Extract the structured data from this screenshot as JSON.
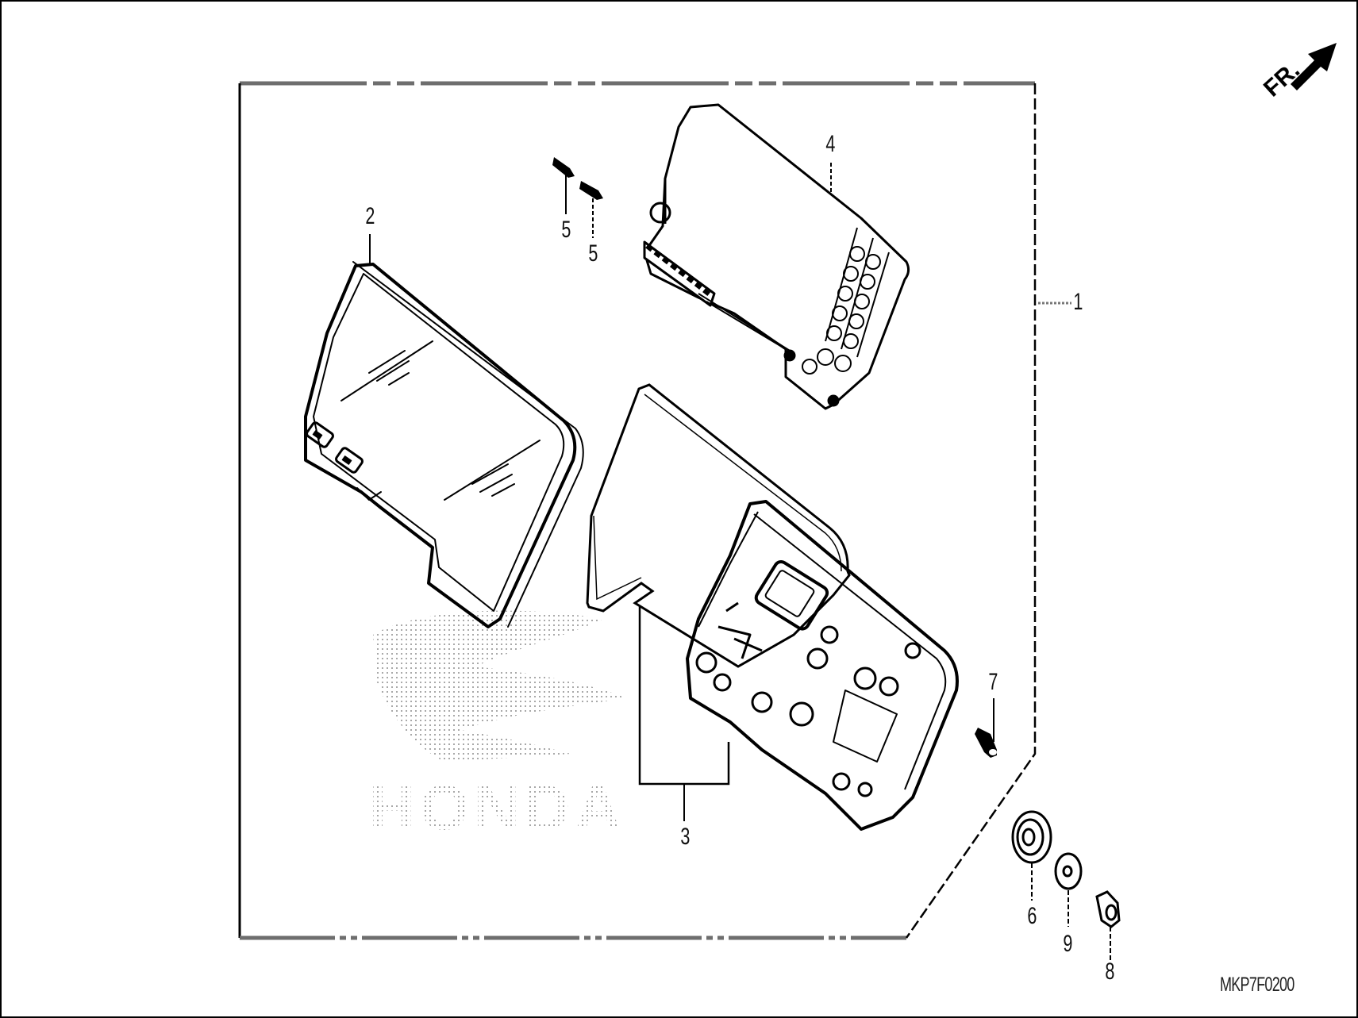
{
  "diagram": {
    "title": "Honda meter assembly exploded parts diagram",
    "drawing_code": "MKP7F0200",
    "direction_indicator": {
      "label": "FR.",
      "icon": "front-arrow-icon"
    },
    "watermark": "HONDA",
    "callouts": [
      {
        "number": "1",
        "part": "meter-assembly"
      },
      {
        "number": "2",
        "part": "meter-lens-case"
      },
      {
        "number": "3",
        "part": "meter-gasket"
      },
      {
        "number": "4",
        "part": "meter-rear-cover"
      },
      {
        "number": "5",
        "part": "meter-screw"
      },
      {
        "number": "5",
        "part": "meter-screw"
      },
      {
        "number": "6",
        "part": "mounting-grommet"
      },
      {
        "number": "7",
        "part": "tapping-screw"
      },
      {
        "number": "8",
        "part": "nut"
      },
      {
        "number": "9",
        "part": "washer"
      }
    ]
  }
}
